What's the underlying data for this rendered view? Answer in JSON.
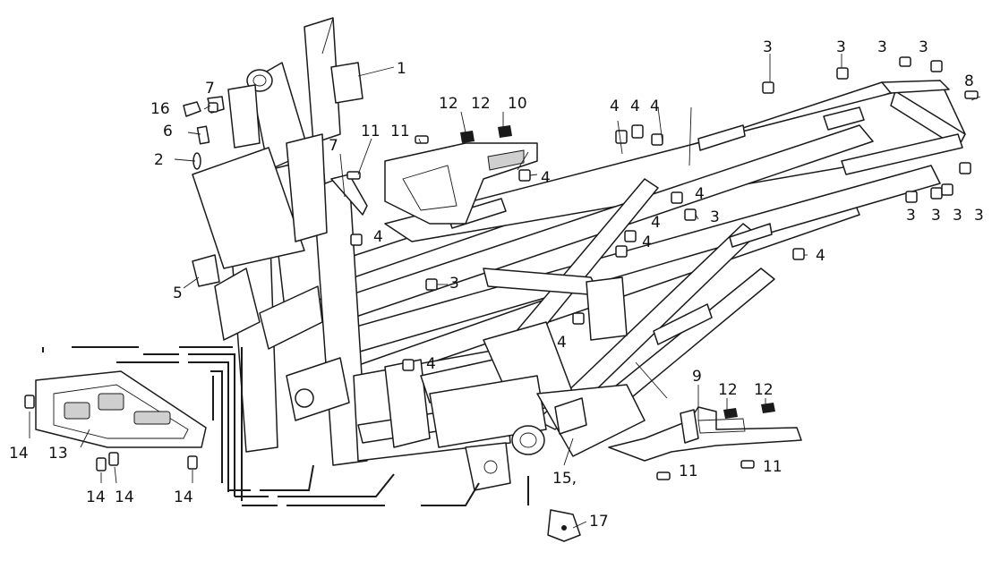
{
  "figure": {
    "labels": [
      "1",
      "2",
      "3",
      "4",
      "5",
      "6",
      "7",
      "8",
      "9",
      "10",
      "11",
      "12",
      "13",
      "14",
      "15,",
      "16",
      "17"
    ]
  }
}
